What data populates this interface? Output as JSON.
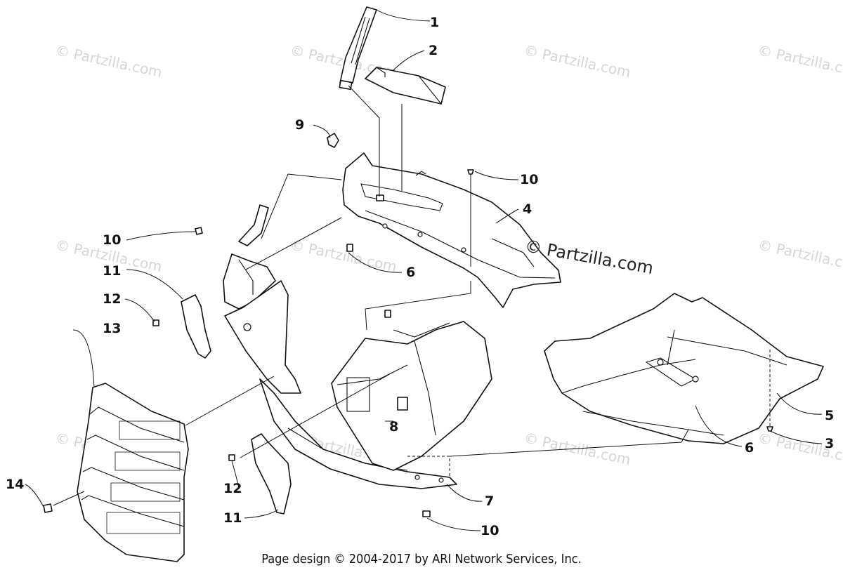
{
  "watermark": {
    "text": "© Partzilla.com"
  },
  "brand_watermark": {
    "text": "© Partzilla.com"
  },
  "footer": {
    "text": "Page design © 2004-2017 by ARI Network Services, Inc."
  },
  "callouts": [
    {
      "id": "c1",
      "label": "1"
    },
    {
      "id": "c2",
      "label": "2"
    },
    {
      "id": "c3",
      "label": "3"
    },
    {
      "id": "c4",
      "label": "4"
    },
    {
      "id": "c5",
      "label": "5"
    },
    {
      "id": "c6a",
      "label": "6"
    },
    {
      "id": "c6b",
      "label": "6"
    },
    {
      "id": "c7",
      "label": "7"
    },
    {
      "id": "c8",
      "label": "8"
    },
    {
      "id": "c9",
      "label": "9"
    },
    {
      "id": "c10a",
      "label": "10"
    },
    {
      "id": "c10b",
      "label": "10"
    },
    {
      "id": "c10c",
      "label": "10"
    },
    {
      "id": "c11a",
      "label": "11"
    },
    {
      "id": "c11b",
      "label": "11"
    },
    {
      "id": "c12a",
      "label": "12"
    },
    {
      "id": "c12b",
      "label": "12"
    },
    {
      "id": "c13",
      "label": "13"
    },
    {
      "id": "c14",
      "label": "14"
    }
  ]
}
